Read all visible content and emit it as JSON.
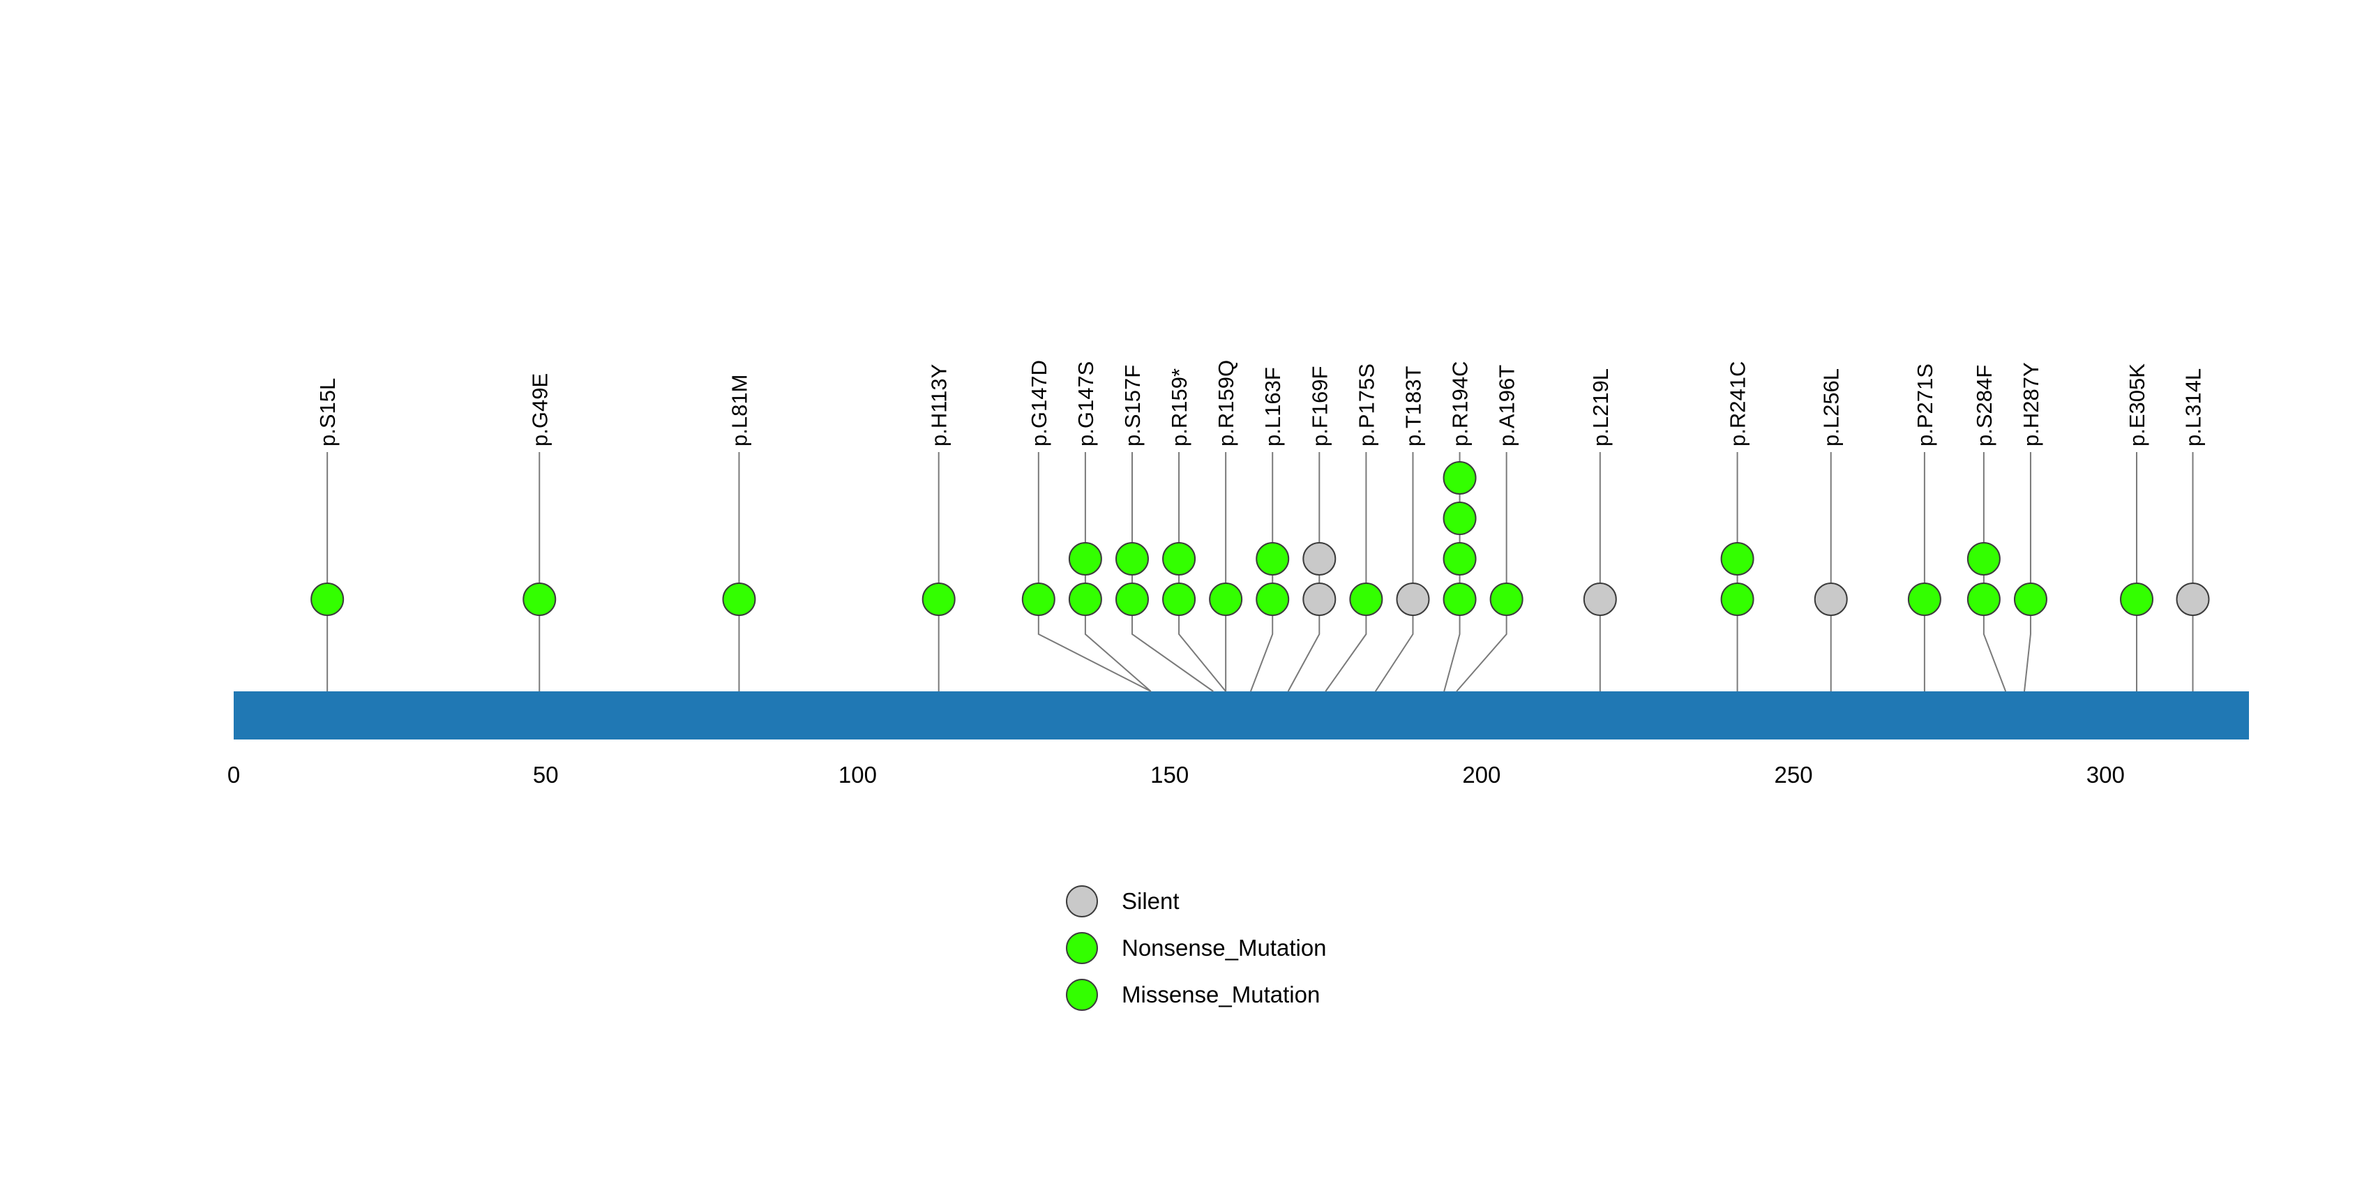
{
  "chart_data": {
    "type": "lollipop",
    "title": "",
    "xlabel": "",
    "ylabel": "",
    "protein_length": 323,
    "axis_ticks": [
      0,
      50,
      100,
      150,
      200,
      250,
      300
    ],
    "grid": false,
    "legend_position": "bottom-center",
    "colors": {
      "domain_bar": "#2078B4",
      "Missense_Mutation": "#33FF00",
      "Nonsense_Mutation": "#33FF00",
      "Silent": "#C9C9C9",
      "stem": "#7a7a7a",
      "circle_border": "#3c3c3c",
      "text": "#000000",
      "background": "#FFFFFF"
    },
    "mutations": [
      {
        "label": "p.S15L",
        "pos": 15,
        "label_pos": 15,
        "type": "Missense_Mutation",
        "count": 1
      },
      {
        "label": "p.G49E",
        "pos": 49,
        "label_pos": 49,
        "type": "Missense_Mutation",
        "count": 1
      },
      {
        "label": "p.L81M",
        "pos": 81,
        "label_pos": 81,
        "type": "Missense_Mutation",
        "count": 1
      },
      {
        "label": "p.H113Y",
        "pos": 113,
        "label_pos": 113,
        "type": "Missense_Mutation",
        "count": 1
      },
      {
        "label": "p.G147D",
        "pos": 147,
        "label_pos": 129,
        "type": "Missense_Mutation",
        "count": 1
      },
      {
        "label": "p.G147S",
        "pos": 147,
        "label_pos": 136.5,
        "type": "Missense_Mutation",
        "count": 2
      },
      {
        "label": "p.S157F",
        "pos": 157,
        "label_pos": 144,
        "type": "Missense_Mutation",
        "count": 2
      },
      {
        "label": "p.R159*",
        "pos": 159,
        "label_pos": 151.5,
        "type": "Nonsense_Mutation",
        "count": 2
      },
      {
        "label": "p.R159Q",
        "pos": 159,
        "label_pos": 159,
        "type": "Missense_Mutation",
        "count": 1
      },
      {
        "label": "p.L163F",
        "pos": 163,
        "label_pos": 166.5,
        "type": "Missense_Mutation",
        "count": 2
      },
      {
        "label": "p.F169F",
        "pos": 169,
        "label_pos": 174,
        "type": "Silent",
        "count": 2
      },
      {
        "label": "p.P175S",
        "pos": 175,
        "label_pos": 181.5,
        "type": "Missense_Mutation",
        "count": 1
      },
      {
        "label": "p.T183T",
        "pos": 183,
        "label_pos": 189,
        "type": "Silent",
        "count": 1
      },
      {
        "label": "p.R194C",
        "pos": 194,
        "label_pos": 196.5,
        "type": "Missense_Mutation",
        "count": 4
      },
      {
        "label": "p.A196T",
        "pos": 196,
        "label_pos": 204,
        "type": "Missense_Mutation",
        "count": 1
      },
      {
        "label": "p.L219L",
        "pos": 219,
        "label_pos": 219,
        "type": "Silent",
        "count": 1
      },
      {
        "label": "p.R241C",
        "pos": 241,
        "label_pos": 241,
        "type": "Missense_Mutation",
        "count": 2
      },
      {
        "label": "p.L256L",
        "pos": 256,
        "label_pos": 256,
        "type": "Silent",
        "count": 1
      },
      {
        "label": "p.P271S",
        "pos": 271,
        "label_pos": 271,
        "type": "Missense_Mutation",
        "count": 1
      },
      {
        "label": "p.S284F",
        "pos": 284,
        "label_pos": 280.5,
        "type": "Missense_Mutation",
        "count": 2
      },
      {
        "label": "p.H287Y",
        "pos": 287,
        "label_pos": 288,
        "type": "Missense_Mutation",
        "count": 1
      },
      {
        "label": "p.E305K",
        "pos": 305,
        "label_pos": 305,
        "type": "Missense_Mutation",
        "count": 1
      },
      {
        "label": "p.L314L",
        "pos": 314,
        "label_pos": 314,
        "type": "Silent",
        "count": 1
      }
    ],
    "legend": [
      {
        "label": "Silent",
        "type": "Silent"
      },
      {
        "label": "Nonsense_Mutation",
        "type": "Nonsense_Mutation"
      },
      {
        "label": "Missense_Mutation",
        "type": "Missense_Mutation"
      }
    ]
  }
}
